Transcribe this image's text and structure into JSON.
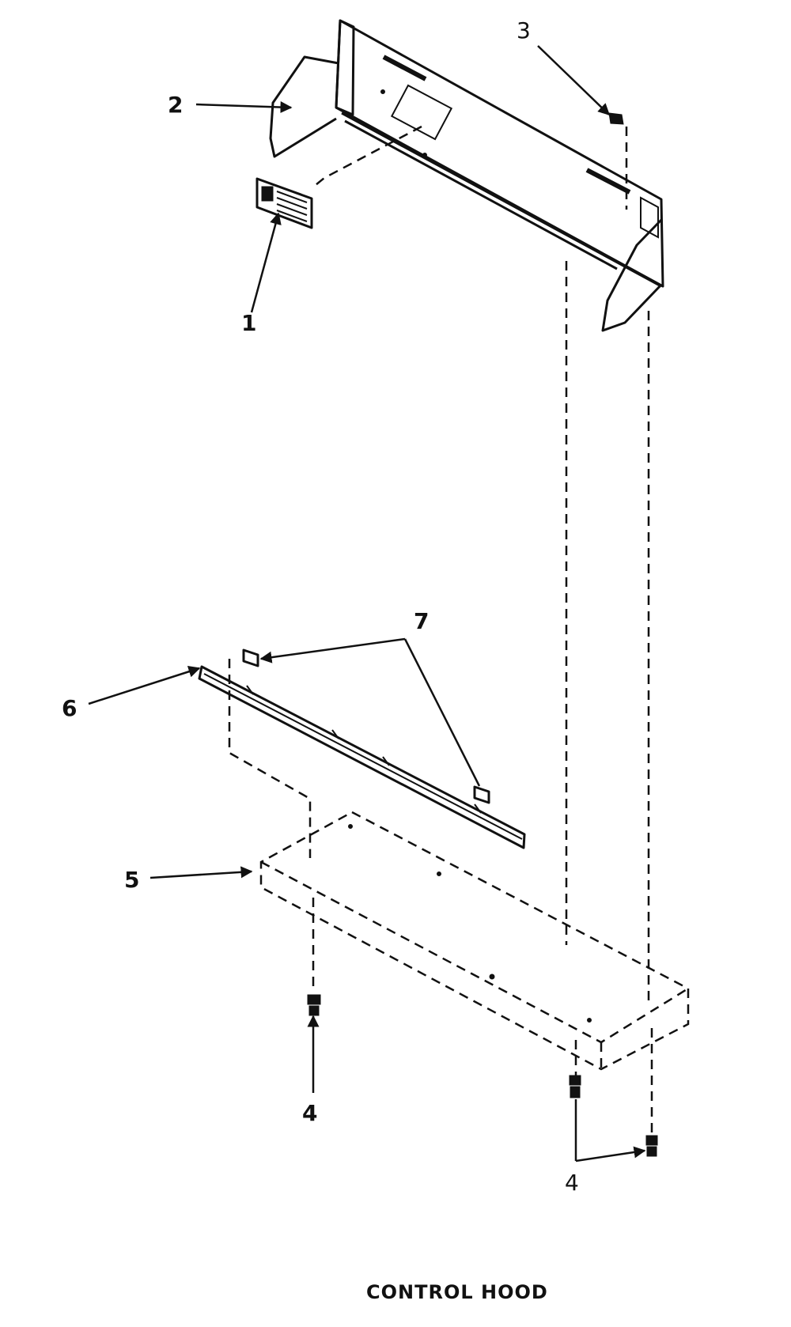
{
  "diagram": {
    "caption": "CONTROL HOOD",
    "callouts": {
      "c1": "1",
      "c2": "2",
      "c3": "3",
      "c4a": "4",
      "c4b": "4",
      "c5": "5",
      "c6": "6",
      "c7": "7"
    }
  }
}
